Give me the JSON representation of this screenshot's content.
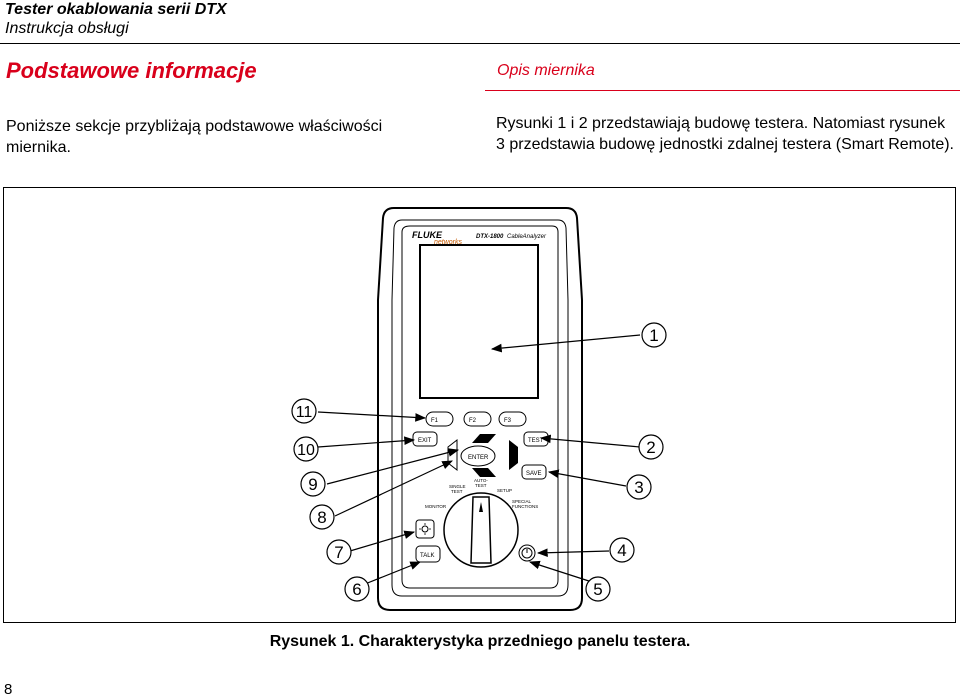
{
  "header": {
    "title": "Tester okablowania serii DTX",
    "subtitle": "Instrukcja obsługi"
  },
  "section": {
    "title": "Podstawowe informacje",
    "intro": "Poniższe sekcje przybliżają podstawowe właściwości miernika."
  },
  "subsection": {
    "title": "Opis miernika",
    "body": "Rysunki 1 i 2 przedstawiają budowę testera. Natomiast rysunek 3 przedstawia budowę jednostki zdalnej testera (Smart Remote)."
  },
  "figure": {
    "caption": "Rysunek 1. Charakterystyka przedniego panelu testera.",
    "device": {
      "brand": "FLUKE",
      "brand_sub": "networks",
      "model": "DTX-1800",
      "model_name": "CableAnalyzer",
      "keys": {
        "f1": "F1",
        "f2": "F2",
        "f3": "F3",
        "exit": "EXIT",
        "enter": "ENTER",
        "test": "TEST",
        "save": "SAVE",
        "talk": "TALK"
      },
      "dial_labels": {
        "monitor": "MONITOR",
        "single_test_1": "SINGLE",
        "single_test_2": "TEST",
        "autotest_1": "AUTO-",
        "autotest_2": "TEST",
        "setup": "SETUP",
        "special_1": "SPECIAL",
        "special_2": "FUNCTIONS"
      }
    },
    "callouts": [
      "1",
      "2",
      "3",
      "4",
      "5",
      "6",
      "7",
      "8",
      "9",
      "10",
      "11"
    ]
  },
  "page_number": "8"
}
